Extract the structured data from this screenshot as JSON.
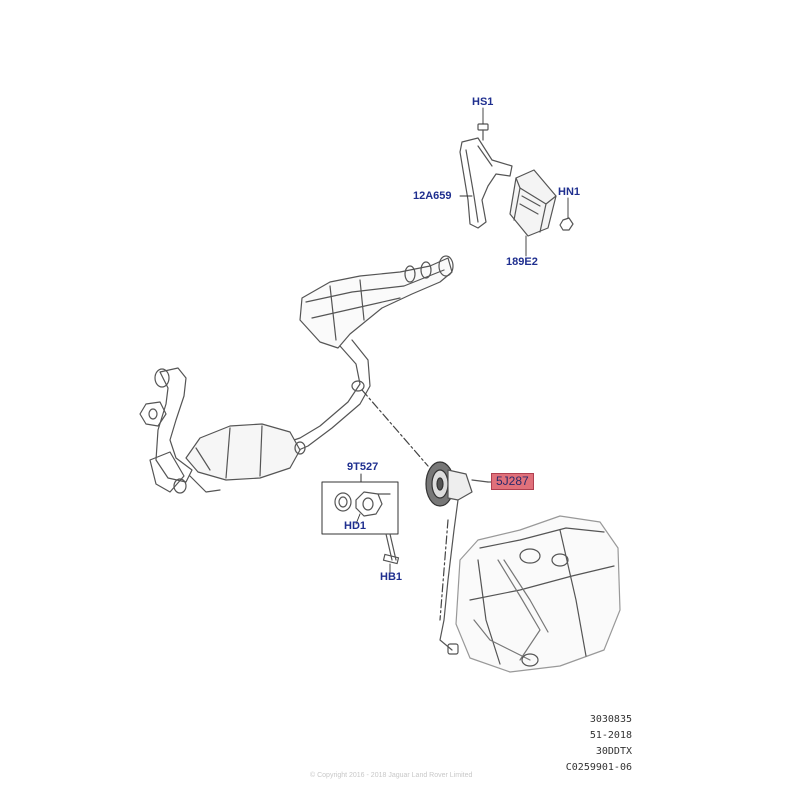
{
  "callouts": {
    "hs1": "HS1",
    "part_12a659": "12A659",
    "hn1": "HN1",
    "part_189e2": "189E2",
    "part_9t527": "9T527",
    "hd1": "HD1",
    "hb1": "HB1",
    "part_5j287": "5J287"
  },
  "reference": {
    "line1": "3030835",
    "line2": "51-2018",
    "line3": "30DDTX",
    "line4": "C0259901-06"
  },
  "footer": {
    "copyright": "© Copyright 2016 - 2018 Jaguar Land Rover Limited"
  },
  "colors": {
    "callout_text": "#1f2f8f",
    "highlight_fill": "#e0707a",
    "line_art": "#555555"
  }
}
